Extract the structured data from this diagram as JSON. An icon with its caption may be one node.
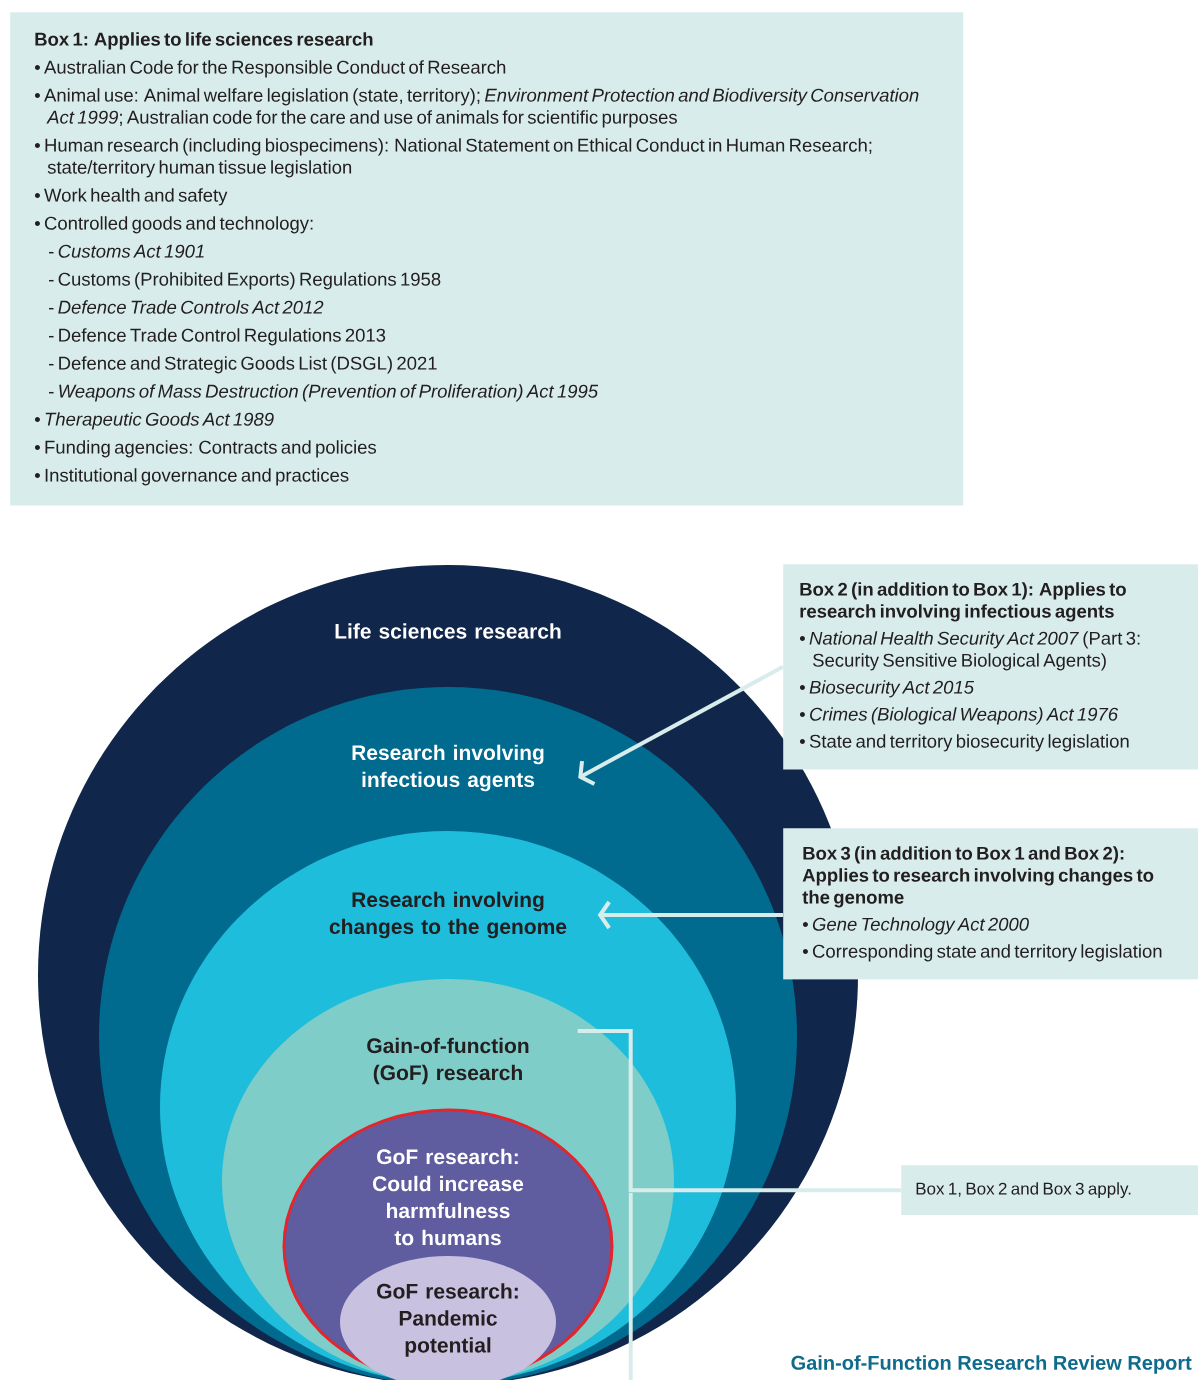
{
  "diagram": {
    "nodes": [
      {
        "text": [
          "Box 1: Applies to life sciences research",
          "• Australian Code for the Responsible Conduct of Research",
          "• Animal use: Animal welfare legislation (state, territory); *Environment Protection and Biodiversity Conservation Act 1999*; Australian code for the care and use of animals for scientific purposes",
          "• Human research (including biospecimens): National Statement on Ethical Conduct in Human Research; state/territory human tissue legislation",
          "• Work health and safety",
          "• Controlled goods and technology:",
          "- *Customs Act 1901*",
          "- Customs (Prohibited Exports) Regulations 1958",
          "- *Defence Trade Controls Act 2012*",
          "- Defence Trade Control Regulations 2013",
          "- Defence and Strategic Goods List (DSGL) 2021",
          "- *Weapons of Mass Destruction (Prevention of Proliferation) Act 1995*",
          "• *Therapeutic Goods Act 1989*",
          "• Funding agencies: Contracts and policies",
          "• Institutional governance and practices"
        ]
      },
      {
        "text": [
          "Life sciences research"
        ]
      },
      {
        "text": [
          "Research involving infectious agents"
        ],
        "in": 1
      },
      {
        "text": [
          "Research involving changes to the genome"
        ],
        "in": 2
      },
      {
        "text": [
          "Gain-of-function (GoF) research"
        ],
        "in": 3
      },
      {
        "text": [
          "GoF research: Could increase harmfulness to humans"
        ],
        "in": 4
      },
      {
        "text": [
          "GoF research: Pandemic potential"
        ],
        "in": 5
      },
      {
        "text": [
          "Box 2 (in addition to Box 1): Applies to research involving infectious agents",
          "• *National Health Security Act 2007* (Part 3: Security Sensitive Biological Agents)",
          "• *Biosecurity Act 2015*",
          "• *Crimes (Biological Weapons) Act 1976*",
          "• State and territory biosecurity legislation"
        ]
      },
      {
        "text": [
          "Box 3 (in addition to Box 1 and Box 2): Applies to research involving changes to the genome",
          "• *Gene Technology Act 2000*",
          "• Corresponding state and territory legislation"
        ]
      },
      {
        "text": [
          "Box 1, Box 2 and Box 3 apply."
        ]
      }
    ],
    "edges": [
      {
        "from": 7,
        "to": 2,
        "arrow": "to"
      },
      {
        "from": 8,
        "to": 3,
        "arrow": "to"
      },
      {
        "from": 9,
        "to": 4,
        "arrow": "none"
      }
    ],
    "labels": [
      "Gain-of-Function Research Review Report"
    ]
  }
}
